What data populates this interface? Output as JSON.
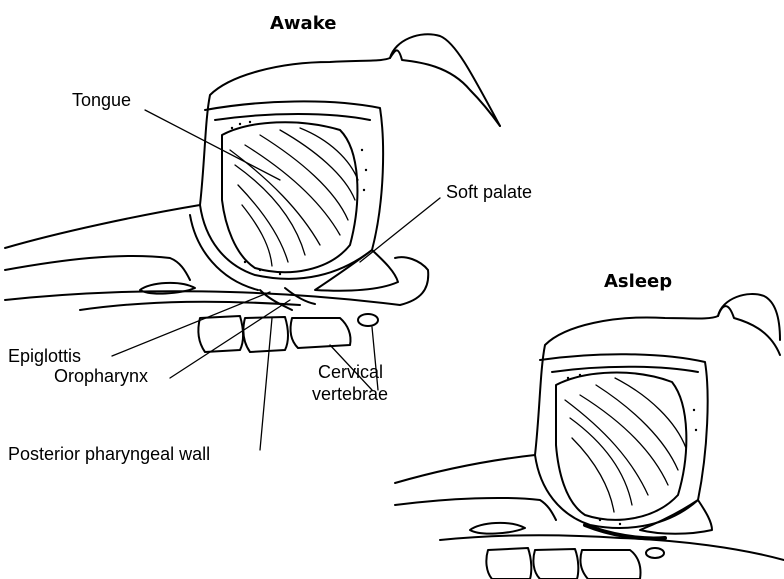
{
  "titles": {
    "awake": "Awake",
    "asleep": "Asleep"
  },
  "labels": {
    "tongue": "Tongue",
    "soft_palate": "Soft palate",
    "epiglottis": "Epiglottis",
    "oropharynx": "Oropharynx",
    "cervical_vertebrae_line1": "Cervical",
    "cervical_vertebrae_line2": "vertebrae",
    "posterior_pharyngeal_wall": "Posterior pharyngeal wall"
  }
}
